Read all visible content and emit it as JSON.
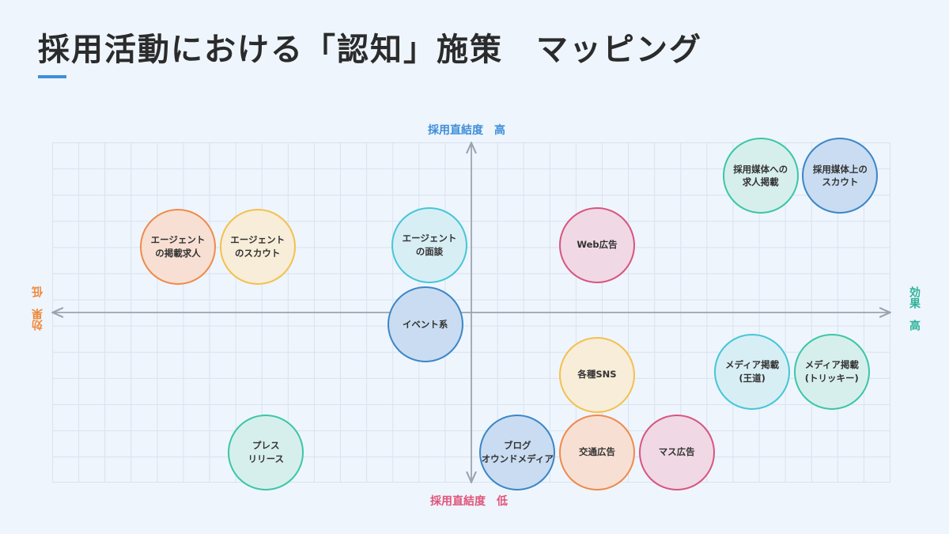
{
  "title": "採用活動における「認知」施策　マッピング",
  "axes": {
    "top": "採用直結度　高",
    "bottom": "採用直結度　低",
    "left": "効果　低",
    "right": "効果　高"
  },
  "colors": {
    "orange": {
      "fill": "#f7e0d3",
      "stroke": "#f08a4b"
    },
    "yellow": {
      "fill": "#f7edd8",
      "stroke": "#f4c04e"
    },
    "cyan": {
      "fill": "#d8eef5",
      "stroke": "#45c6d6"
    },
    "blue": {
      "fill": "#c9dcf1",
      "stroke": "#3c86c6"
    },
    "pink": {
      "fill": "#f0d9e4",
      "stroke": "#d9547f"
    },
    "green": {
      "fill": "#d7efec",
      "stroke": "#3bc6a6"
    }
  },
  "chart_data": {
    "type": "scatter",
    "title": "採用活動における「認知」施策　マッピング",
    "xlabel_low": "効果　低",
    "xlabel_high": "効果　高",
    "ylabel_high": "採用直結度　高",
    "ylabel_low": "採用直結度　低",
    "xlim": [
      -10,
      10
    ],
    "ylim": [
      -10,
      10
    ],
    "points": [
      {
        "label": "採用媒体への\n求人掲載",
        "x": 6.9,
        "y": 8.1,
        "color": "green"
      },
      {
        "label": "採用媒体上の\nスカウト",
        "x": 8.8,
        "y": 8.1,
        "color": "blue"
      },
      {
        "label": "エージェント\nの掲載求人",
        "x": -7.0,
        "y": 3.9,
        "color": "orange"
      },
      {
        "label": "エージェント\nのスカウト",
        "x": -5.1,
        "y": 3.9,
        "color": "yellow"
      },
      {
        "label": "エージェント\nの面談",
        "x": -1.0,
        "y": 4.0,
        "color": "cyan"
      },
      {
        "label": "Web広告",
        "x": 3.0,
        "y": 4.0,
        "color": "pink"
      },
      {
        "label": "イベント系",
        "x": -1.1,
        "y": -0.7,
        "color": "blue"
      },
      {
        "label": "各種SNS",
        "x": 3.0,
        "y": -3.7,
        "color": "yellow"
      },
      {
        "label": "メディア掲載\n(王道)",
        "x": 6.7,
        "y": -3.5,
        "color": "cyan"
      },
      {
        "label": "メディア掲載\n(トリッキー)",
        "x": 8.6,
        "y": -3.5,
        "color": "green"
      },
      {
        "label": "プレス\nリリース",
        "x": -4.9,
        "y": -8.3,
        "color": "green"
      },
      {
        "label": "ブログ\nオウンドメディア",
        "x": 1.1,
        "y": -8.3,
        "color": "blue"
      },
      {
        "label": "交通広告",
        "x": 3.0,
        "y": -8.3,
        "color": "orange"
      },
      {
        "label": "マス広告",
        "x": 4.9,
        "y": -8.3,
        "color": "pink"
      }
    ]
  }
}
